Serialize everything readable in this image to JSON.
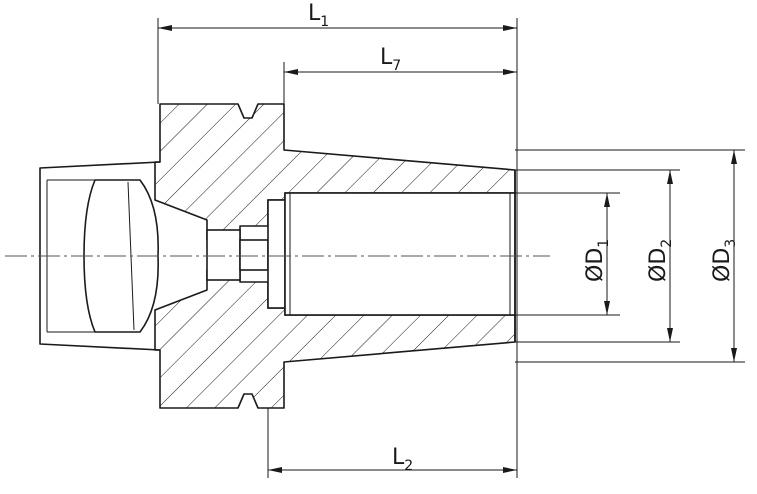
{
  "dimensions": {
    "l1": {
      "main": "L",
      "sub": "1"
    },
    "l7": {
      "main": "L",
      "sub": "7"
    },
    "l2": {
      "main": "L",
      "sub": "2"
    },
    "d1": {
      "main": "ØD",
      "sub": "1"
    },
    "d2": {
      "main": "ØD",
      "sub": "2"
    },
    "d3": {
      "main": "ØD",
      "sub": "3"
    }
  }
}
